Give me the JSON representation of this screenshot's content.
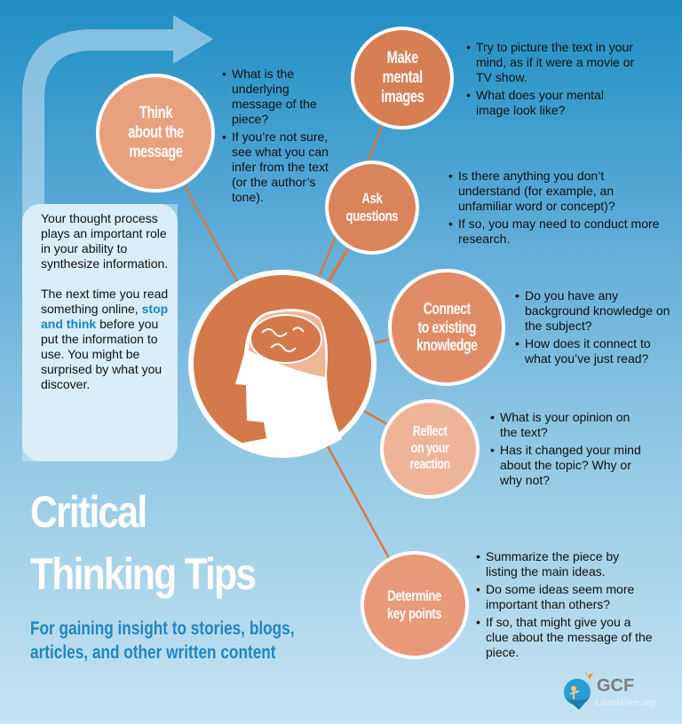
{
  "intro": {
    "p1": "Your thought process plays an important role in your ability to synthesize information.",
    "p2_a": "The next time you read something online, ",
    "p2_b": "stop and think",
    "p2_c": " before you put the information to use. You might be surprised by what you discover."
  },
  "title": {
    "line1": "Critical",
    "line2": "Thinking Tips",
    "subtitle_1": "For gaining insight to stories, blogs,",
    "subtitle_2": "articles, and other written content"
  },
  "tips": [
    {
      "label": "Think about the message",
      "label_lines": [
        "Think",
        "about the",
        "message"
      ],
      "bullets": [
        "What is the underlying message of the piece?",
        "If you’re not sure, see what you can infer from the text (or the author’s tone)."
      ]
    },
    {
      "label_lines": [
        "Make",
        "mental",
        "images"
      ],
      "bullets": [
        "Try to picture the text in your mind, as if it were a movie or TV show.",
        "What does your mental image look like?"
      ]
    },
    {
      "label_lines": [
        "Ask",
        "questions"
      ],
      "bullets": [
        "Is there anything you don’t understand (for example, an unfamiliar word or concept)?",
        "If so, you may need to conduct more research."
      ]
    },
    {
      "label_lines": [
        "Connect",
        "to existing",
        "knowledge"
      ],
      "bullets": [
        "Do you have any background knowledge on the subject?",
        "How does it connect to what you’ve just read?"
      ]
    },
    {
      "label_lines": [
        "Reflect",
        "on your",
        "reaction"
      ],
      "bullets": [
        "What is your opinion on the text?",
        "Has it changed your mind about the topic? Why or why not?"
      ]
    },
    {
      "label_lines": [
        "Determine",
        "key points"
      ],
      "bullets": [
        "Summarize the piece by listing the main ideas.",
        "Do some ideas seem more important than others?",
        "If so, that might give you a clue about the message of the piece."
      ]
    }
  ],
  "logo": {
    "brand": "GCF",
    "site": "LearnFree.org"
  },
  "colors": {
    "orange": "#d4794a",
    "blue": "#1f86c0"
  }
}
